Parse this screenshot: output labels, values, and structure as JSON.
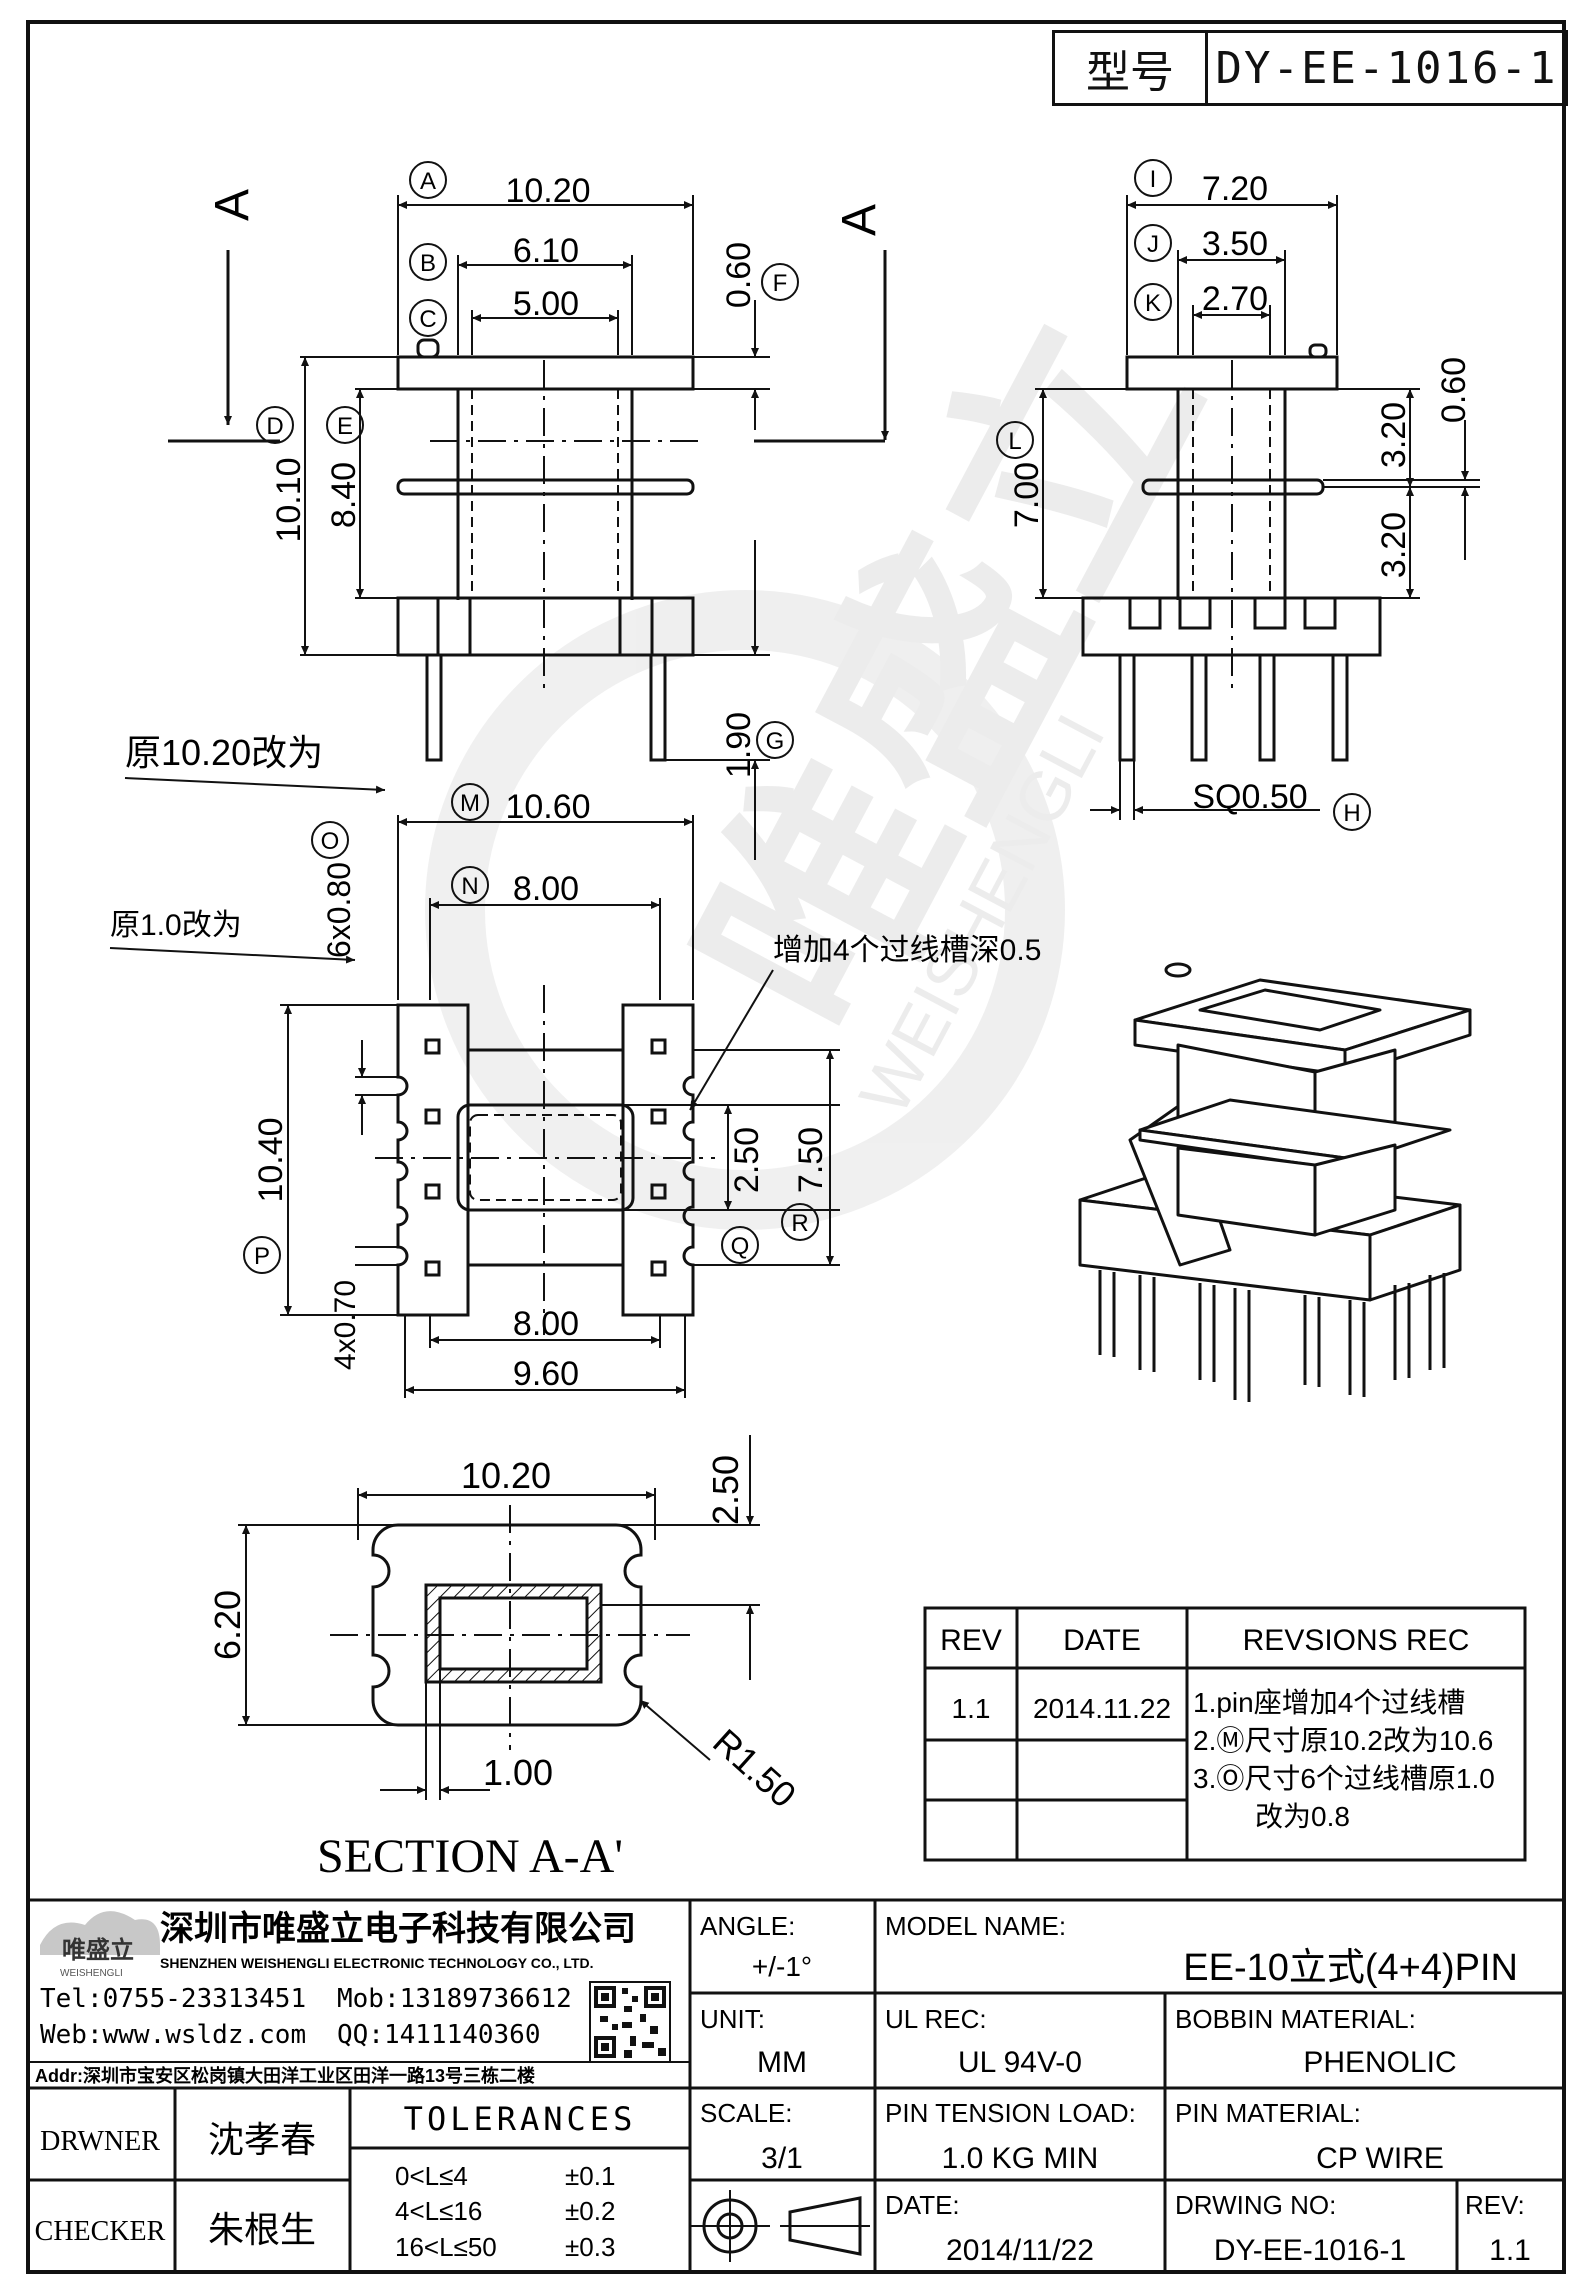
{
  "model_box": {
    "key": "型号",
    "value": "DY-EE-1016-1"
  },
  "view_labels": {
    "section_marker": "A",
    "section_title": "SECTION A-A'"
  },
  "dims": {
    "A": "10.20",
    "B": "6.10",
    "C": "5.00",
    "F": "0.60",
    "D": "10.10",
    "E": "8.40",
    "G": "1.90",
    "I": "7.20",
    "J": "3.50",
    "K": "2.70",
    "L": "7.00",
    "r1": "3.20",
    "r2": "3.20",
    "r3": "0.60",
    "H": "SQ0.50",
    "M": "10.60",
    "N": "8.00",
    "O": "6x0.80",
    "P": "10.40",
    "Q": "2.50",
    "R": "7.50",
    "bottom1": "8.00",
    "bottom2": "9.60",
    "pins": "4x0.70",
    "s_width": "10.20",
    "s_height": "6.20",
    "s_top": "2.50",
    "s_gap": "1.00",
    "s_radius": "R1.50"
  },
  "circle_letters": [
    "A",
    "B",
    "C",
    "D",
    "E",
    "F",
    "G",
    "H",
    "I",
    "J",
    "K",
    "L",
    "M",
    "N",
    "O",
    "P",
    "Q",
    "R"
  ],
  "notes": {
    "changed_1020": "原10.20改为",
    "changed_10": "原1.0改为",
    "slots": "增加4个过线槽深0.5"
  },
  "watermark": {
    "cn": "唯盛立",
    "en": "WEISHENGLI"
  },
  "revisions": {
    "headers": [
      "REV",
      "DATE",
      "REVSIONS REC"
    ],
    "rows": [
      {
        "rev": "1.1",
        "date": "2014.11.22",
        "lines": [
          "1.pin座增加4个过线槽",
          "2.Ⓜ尺寸原10.2改为10.6",
          "3.Ⓞ尺寸6个过线槽原1.0",
          "改为0.8"
        ]
      }
    ]
  },
  "company": {
    "logo": "唯盛立",
    "logo_en": "WEISHENGLI",
    "name_cn": "深圳市唯盛立电子科技有限公司",
    "name_en": "SHENZHEN WEISHENGLI ELECTRONIC TECHNOLOGY CO., LTD.",
    "tel": "Tel:0755-23313451",
    "mob": "Mob:13189736612",
    "web": "Web:www.wsldz.com",
    "qq": "QQ:1411140360",
    "addr": "Addr:深圳市宝安区松岗镇大田洋工业区田洋一路13号三栋二楼"
  },
  "titleblock": {
    "angle_label": "ANGLE:",
    "angle_value": "+/-1°",
    "model_label": "MODEL NAME:",
    "model_value": "EE-10立式(4+4)PIN",
    "unit_label": "UNIT:",
    "unit_value": "MM",
    "ul_label": "UL REC:",
    "ul_value": "UL 94V-0",
    "bobbin_label": "BOBBIN MATERIAL:",
    "bobbin_value": "PHENOLIC",
    "drawer_label": "DRWNER",
    "drawer_value": "沈孝春",
    "checker_label": "CHECKER",
    "checker_value": "朱根生",
    "tol_label": "TOLERANCES",
    "tol_rows": [
      [
        "0<L≤4",
        "±0.1"
      ],
      [
        "4<L≤16",
        "±0.2"
      ],
      [
        "16<L≤50",
        "±0.3"
      ]
    ],
    "scale_label": "SCALE:",
    "scale_value": "3/1",
    "pin_tension_label": "PIN TENSION LOAD:",
    "pin_tension_value": "1.0 KG MIN",
    "pin_material_label": "PIN MATERIAL:",
    "pin_material_value": "CP WIRE",
    "date_label": "DATE:",
    "date_value": "2014/11/22",
    "drwing_label": "DRWING NO:",
    "drwing_value": "DY-EE-1016-1",
    "rev_label": "REV:",
    "rev_value": "1.1"
  }
}
